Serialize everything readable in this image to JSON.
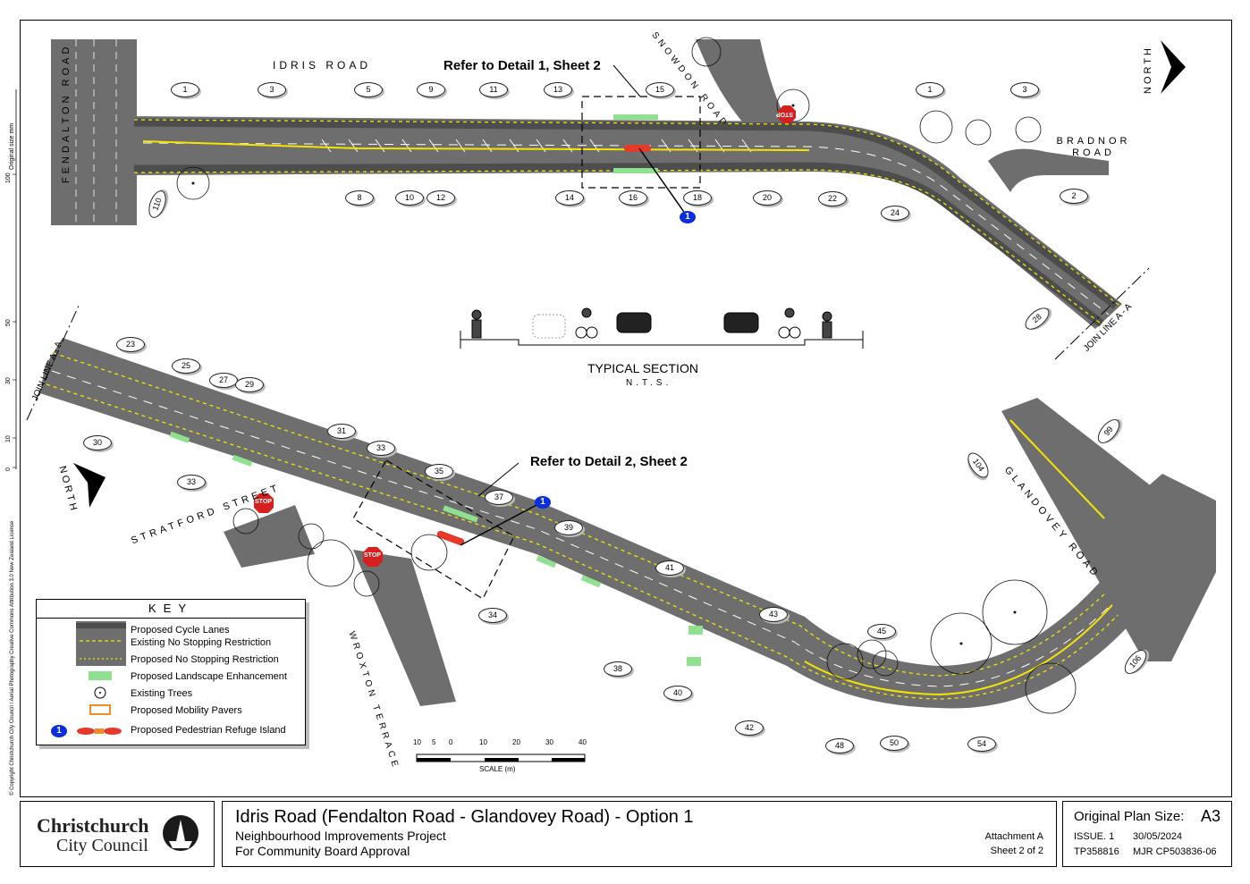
{
  "roads": {
    "idris_top": "IDRIS ROAD",
    "fendalton": "FENDALTON ROAD",
    "snowdon": "SNOWDON ROAD",
    "bradnor": "BRADNOR ROAD",
    "stratford": "STRATFORD STREET",
    "wroxton": "WROXTON TERRACE",
    "glandovey": "GLANDOVEY ROAD"
  },
  "references": {
    "detail1": "Refer to Detail 1, Sheet 2",
    "detail2": "Refer to Detail 2, Sheet 2"
  },
  "join_line": "JOIN LINE A - A",
  "north_label": "NORTH",
  "section": {
    "title": "TYPICAL SECTION",
    "subtitle": "N.T.S."
  },
  "island_number": "1",
  "stop_sign": "STOP",
  "house_numbers_top_north": [
    "1",
    "3",
    "5",
    "9",
    "11",
    "13",
    "15",
    "1",
    "3"
  ],
  "house_numbers_top_south": [
    "110",
    "8",
    "10",
    "12",
    "14",
    "16",
    "18",
    "20",
    "22",
    "24",
    "2",
    "28"
  ],
  "house_numbers_bottom_north": [
    "23",
    "25",
    "27",
    "29",
    "31",
    "33",
    "35",
    "37",
    "39",
    "41",
    "43",
    "45",
    "99",
    "104"
  ],
  "house_numbers_bottom_south": [
    "30",
    "33",
    "34",
    "38",
    "40",
    "42",
    "48",
    "50",
    "54",
    "106"
  ],
  "key": {
    "title": "KEY",
    "items": [
      "Proposed Cycle Lanes",
      "Existing No Stopping Restriction",
      "Proposed No Stopping Restriction",
      "Proposed Landscape Enhancement",
      "Existing Trees",
      "Proposed Mobility Pavers",
      "Proposed Pedestrian Refuge Island"
    ]
  },
  "scale": {
    "ticks": [
      "10",
      "5",
      "0",
      "10",
      "20",
      "30",
      "40"
    ],
    "label": "SCALE (m)"
  },
  "side_ruler": {
    "label": "Original size mm",
    "ticks": [
      "100",
      "50",
      "30",
      "10",
      "0"
    ]
  },
  "copyright": "© Copyright Christchurch City Council / Aerial Photography Creative Commons Attribution 3.0 New Zealand License",
  "title_block": {
    "logo_line1": "Christchurch",
    "logo_line2": "City Council",
    "title": "Idris Road (Fendalton Road - Glandovey Road) - Option 1",
    "subtitle1": "Neighbourhood Improvements Project",
    "subtitle2": "For Community Board Approval",
    "attachment": "Attachment A",
    "sheet": "Sheet 2 of 2",
    "plan_size_label": "Original Plan Size:",
    "plan_size": "A3",
    "issue": "ISSUE. 1",
    "date": "30/05/2024",
    "tp": "TP358816",
    "ref": "MJR CP503836-06"
  },
  "colors": {
    "road": "#6e6e6e",
    "cycle_lane": "#4d4d4d",
    "yellow_line": "#f5e400",
    "landscape": "#8fe08f",
    "mobility_pavers": "#f28c28",
    "refuge_island": "#e53a2a",
    "island_marker": "#0a2ee0",
    "stop_sign": "#d62020"
  }
}
